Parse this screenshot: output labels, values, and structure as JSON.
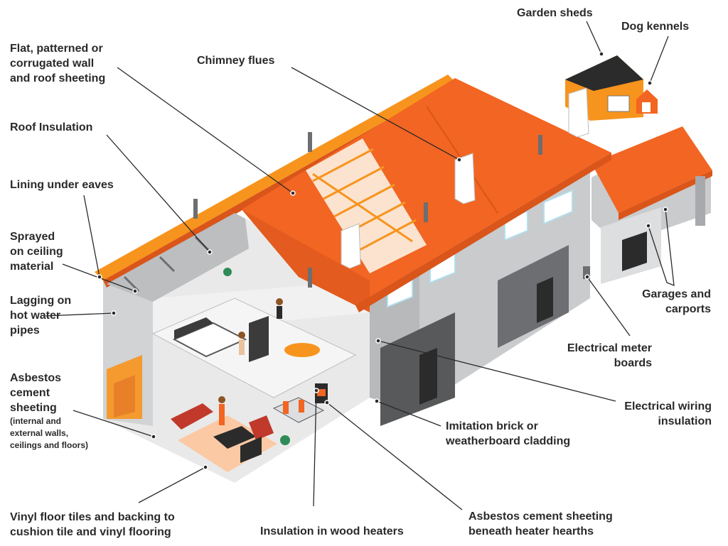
{
  "labels": {
    "flat_sheeting": [
      "Flat, patterned or",
      "corrugated wall",
      "and roof sheeting"
    ],
    "roof_insulation": "Roof Insulation",
    "lining_eaves": "Lining under eaves",
    "sprayed_ceiling": [
      "Sprayed",
      "on ceiling",
      "material"
    ],
    "lagging": [
      "Lagging on",
      "hot water",
      "pipes"
    ],
    "asbestos_cement": [
      "Asbestos",
      "cement",
      "sheeting"
    ],
    "asbestos_cement_sub": [
      "(internal and",
      "external walls,",
      "ceilings and floors)"
    ],
    "vinyl": [
      "Vinyl floor tiles and backing to",
      "cushion tile and vinyl flooring"
    ],
    "chimney": "Chimney flues",
    "garden_sheds": "Garden sheds",
    "dog_kennels": "Dog kennels",
    "garages": [
      "Garages and",
      "carports"
    ],
    "meter": [
      "Electrical meter",
      "boards"
    ],
    "wiring": [
      "Electrical wiring",
      "insulation"
    ],
    "brick": [
      "Imitation brick or",
      "weatherboard cladding"
    ],
    "wood_heaters": "Insulation in wood heaters",
    "heater_hearths": [
      "Asbestos cement sheeting",
      "beneath heater hearths"
    ]
  },
  "colors": {
    "roof_orange": "#f26522",
    "roof_light": "#f7941d",
    "wall_grey": "#c9cbcd",
    "wall_light": "#dcdedf",
    "wall_dark": "#58595b",
    "interior_floor": "#e9e9e9",
    "accent_peach": "#fbc9a4",
    "leader": "#2a2a2a"
  }
}
